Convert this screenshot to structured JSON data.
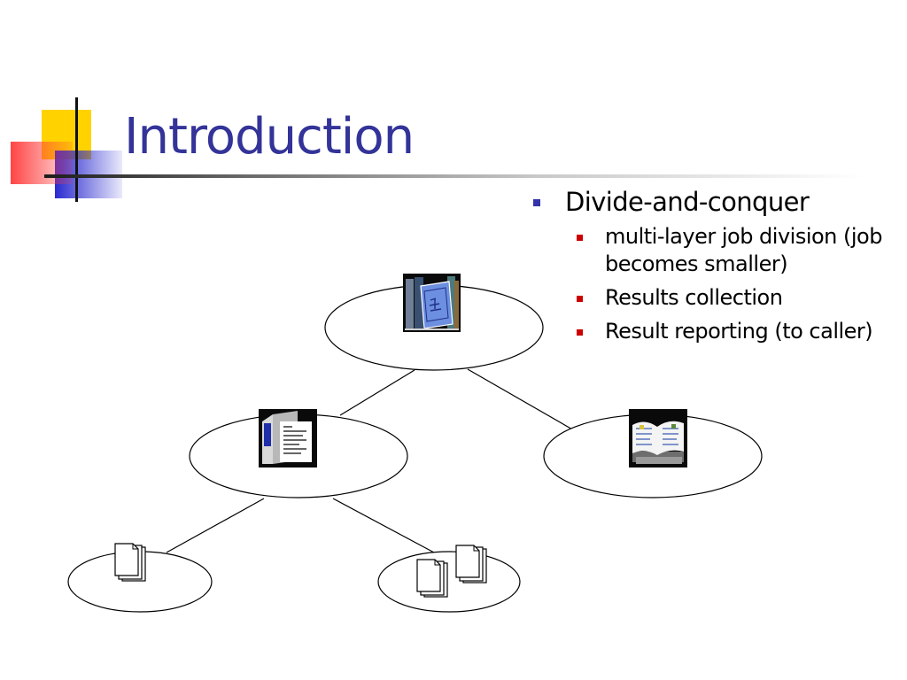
{
  "slide": {
    "title": "Introduction",
    "bullets": [
      {
        "text": "Divide-and-conquer",
        "subs": [
          "multi-layer job division (job becomes smaller)",
          "Results collection",
          "Result reporting (to caller)"
        ]
      }
    ]
  },
  "diagram": {
    "nodes": [
      {
        "name": "root-node",
        "icon": "bookshelf-icon"
      },
      {
        "name": "middle-left-node",
        "icon": "binder-document-icon"
      },
      {
        "name": "middle-right-node",
        "icon": "open-book-icon"
      },
      {
        "name": "bottom-left-node",
        "icon": "documents-icon"
      },
      {
        "name": "bottom-right-node",
        "icon": "documents-icon"
      }
    ],
    "colors": {
      "title": "#333399",
      "bullet_primary": "#3333aa",
      "bullet_secondary": "#cc0000",
      "deco_yellow": "#ffd200",
      "deco_red": "#ff3b3b",
      "deco_blue": "#2a2ad0"
    }
  }
}
